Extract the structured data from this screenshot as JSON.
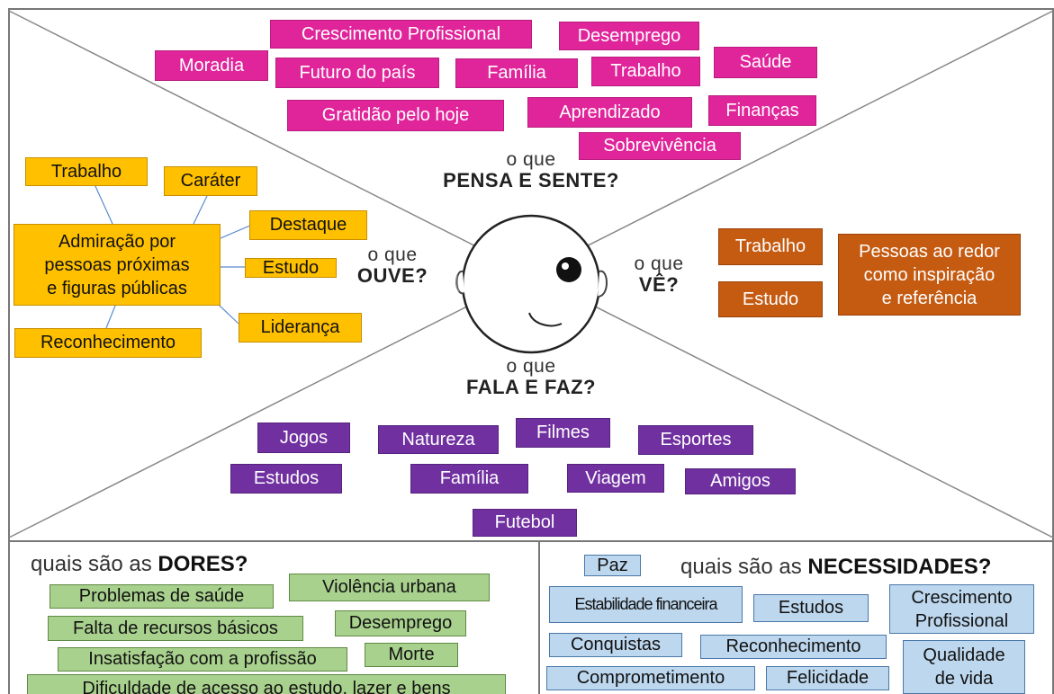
{
  "quadrants": {
    "pensa": {
      "small": "o que",
      "big": "PENSA E SENTE?"
    },
    "ouve": {
      "small": "o que",
      "big": "OUVE?"
    },
    "ve": {
      "small": "o que",
      "big": "VÊ?"
    },
    "fala": {
      "small": "o que",
      "big": "FALA E FAZ?"
    }
  },
  "pensa_notes": [
    "Crescimento Profissional",
    "Desemprego",
    "Moradia",
    "Futuro do país",
    "Família",
    "Trabalho",
    "Saúde",
    "Gratidão pelo hoje",
    "Aprendizado",
    "Finanças",
    "Sobrevivência"
  ],
  "ouve_notes": [
    "Trabalho",
    "Caráter",
    "Admiração por\npessoas próximas\ne figuras públicas",
    "Destaque",
    "Estudo",
    "Liderança",
    "Reconhecimento"
  ],
  "ve_notes": [
    "Trabalho",
    "Estudo",
    "Pessoas ao redor\ncomo inspiração\ne referência"
  ],
  "fala_notes": [
    "Jogos",
    "Natureza",
    "Filmes",
    "Esportes",
    "Estudos",
    "Família",
    "Viagem",
    "Amigos",
    "Futebol"
  ],
  "dores": {
    "prefix": "quais são as ",
    "bold": "DORES?",
    "notes": [
      "Problemas de saúde",
      "Violência urbana",
      "Falta de recursos básicos",
      "Desemprego",
      "Insatisfação com a profissão",
      "Morte",
      "Dificuldade de acesso ao estudo, lazer e bens"
    ]
  },
  "necessidades": {
    "prefix": "quais são as ",
    "bold": "NECESSIDADES?",
    "notes": [
      "Paz",
      "Estabilidade financeira",
      "Estudos",
      "Crescimento\nProfissional",
      "Conquistas",
      "Reconhecimento",
      "Qualidade\nde vida",
      "Comprometimento",
      "Felicidade"
    ]
  }
}
